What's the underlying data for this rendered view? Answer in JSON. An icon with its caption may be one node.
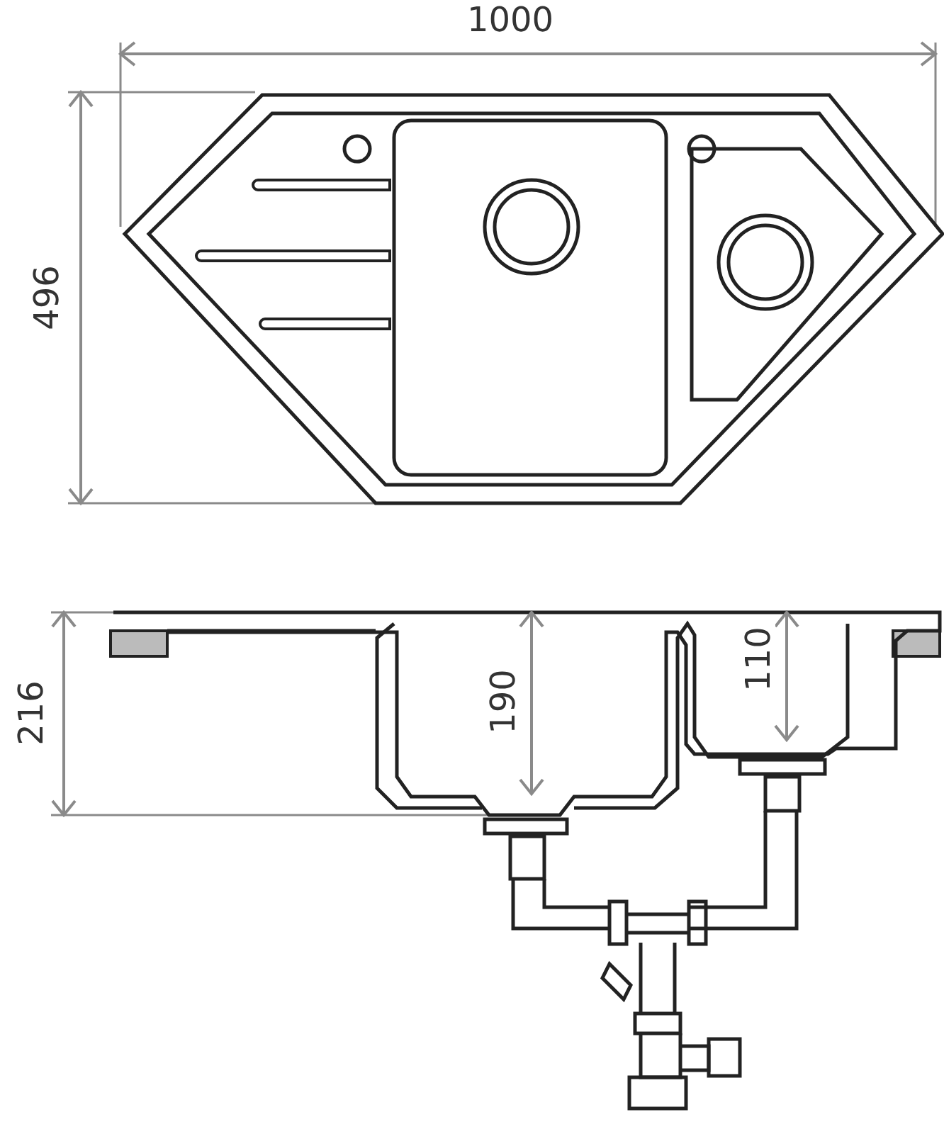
{
  "diagram": {
    "labels": [
      "1000",
      "496",
      "216",
      "190",
      "110"
    ]
  }
}
